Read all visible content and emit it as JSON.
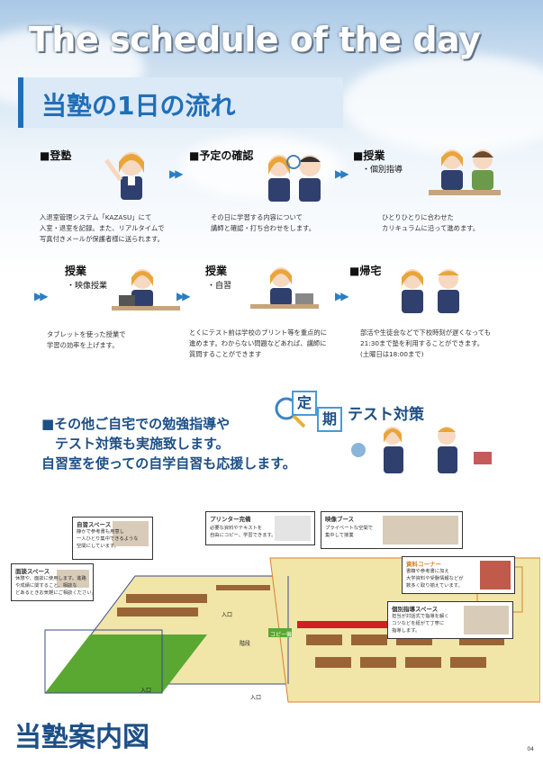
{
  "header": {
    "title": "The schedule of the day",
    "subtitle": "当塾の1日の流れ"
  },
  "steps": [
    {
      "title": "■登塾",
      "sub": "",
      "desc": [
        "入退室管理システム「KAZASU」にて",
        "入室・退室を記録。また、リアルタイムで",
        "写真付きメールが保護者様に送られます。"
      ]
    },
    {
      "title": "■予定の確認",
      "sub": "",
      "desc": [
        "その日に学習する内容について",
        "講師と確認・打ち合わせをします。"
      ]
    },
    {
      "title": "■授業",
      "sub": "・個別指導",
      "desc": [
        "ひとりひとりに合わせた",
        "カリキュラムに沿って進めます。"
      ]
    },
    {
      "title": "授業",
      "sub": "・映像授業",
      "desc": [
        "タブレットを使った授業で",
        "学習の効率を上げます。"
      ]
    },
    {
      "title": "授業",
      "sub": "・自習",
      "desc": [
        "とくにテスト前は学校のプリント等を重点的に",
        "進めます。わからない問題などあれば、講師に",
        "質問することができます"
      ]
    },
    {
      "title": "■帰宅",
      "sub": "",
      "desc": [
        "部活や生徒会などで下校時刻が遅くなっても",
        "21:30まで塾を利用することができます。",
        "(土曜日は18:00まで)"
      ]
    }
  ],
  "arrow": "▶▶",
  "middle": {
    "lines": [
      "■その他ご自宅での勉強指導や",
      "　テスト対策も実施致します。",
      "自習室を使っての自学自習も応援します。"
    ],
    "test_kanji": [
      "定",
      "期"
    ],
    "test_rest": "テスト対策"
  },
  "map": {
    "callouts": [
      {
        "label": "自習スペース",
        "text": [
          "静かで参考書も用意し",
          "一人ひとり集中できるような",
          "空間にしています。"
        ]
      },
      {
        "label": "面談スペース",
        "text": [
          "休憩や、面談に使用します。進路",
          "や成績に関すること、相談な",
          "どあるときお気軽にご相談ください。"
        ]
      },
      {
        "label": "プリンター完備",
        "text": [
          "必要な資料やテキストを",
          "自由にコピー、学習できます。"
        ]
      },
      {
        "label": "映像ブース",
        "text": [
          "プライベートな空間で",
          "集中して授業"
        ]
      },
      {
        "label": "資料コーナー",
        "text": [
          "書籍や参考書に加え",
          "大学資料や受験情報などが",
          "数多く取り揃えています。"
        ]
      },
      {
        "label": "個別指導スペース",
        "text": [
          "担当が対話式で指導を解く",
          "コツなどを紐がて丁寧に",
          "指導します。"
        ]
      }
    ],
    "labels": {
      "entrance": "入口",
      "copy": "コピー機",
      "stairs": "階段"
    }
  },
  "footer": {
    "title": "当塾案内図",
    "page": "04"
  },
  "colors": {
    "accent": "#1f6fb8",
    "arrow": "#2b7ec1",
    "green": "#5aa732",
    "wood": "#9a6436",
    "red": "#cc2222"
  }
}
